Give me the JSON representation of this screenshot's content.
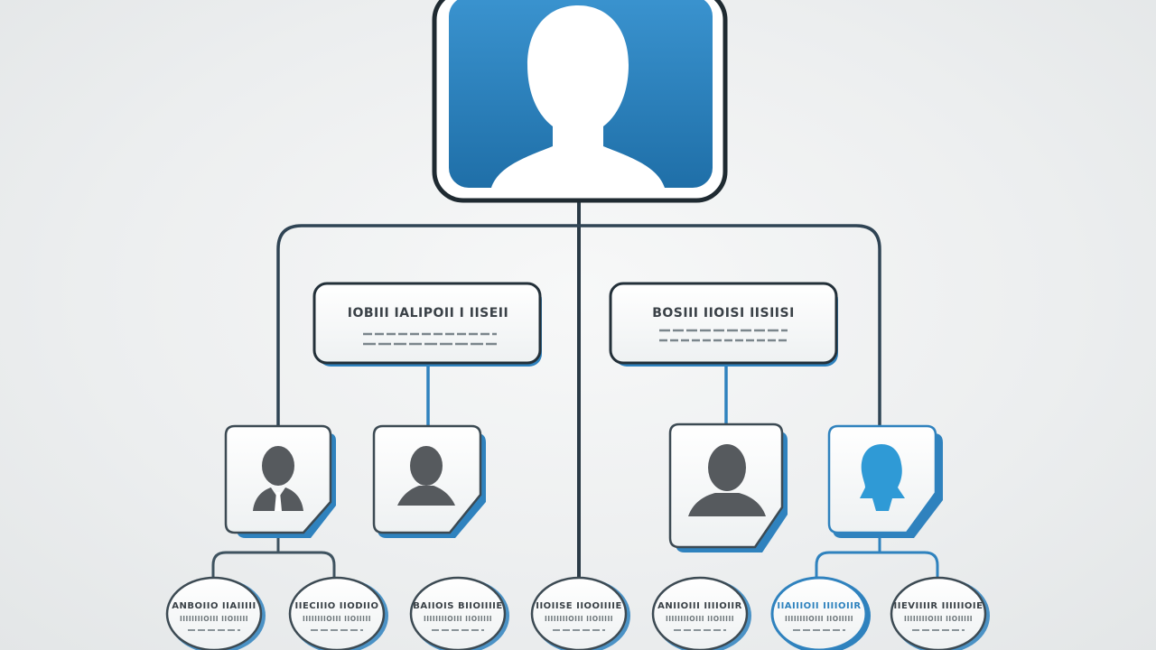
{
  "colors": {
    "accent": "#2f82be",
    "accent_dark": "#1f5f8e",
    "outline": "#233039",
    "line": "#3f5360",
    "grey_figure": "#565a5e",
    "text": "#3a4147"
  },
  "top_node": {
    "icon": "person-silhouette-icon"
  },
  "mid_nodes": [
    {
      "label": "IOBIII IALIPOII I IISEII"
    },
    {
      "label": "BOSIII IIOISI IISIISI"
    }
  ],
  "small_nodes": [
    {
      "icon": "businessman-icon"
    },
    {
      "icon": "person-icon"
    },
    {
      "icon": "person-icon"
    },
    {
      "icon": "person-profile-icon"
    }
  ],
  "leaf_nodes": [
    {
      "title": "ANBOIIO IIAIIIII",
      "highlight": false
    },
    {
      "title": "IIECIIIO IIODIIO",
      "highlight": false
    },
    {
      "title": "BAIIOIS BIIOIIIIE",
      "highlight": false
    },
    {
      "title": "IIOIISE IIOOIIIIE",
      "highlight": false
    },
    {
      "title": "ANIIOIII IIIIOIIR",
      "highlight": false
    },
    {
      "title": "IIAIIIOII IIIIOIIR",
      "highlight": true
    },
    {
      "title": "IIEVIIIIR IIIIIIOIE",
      "highlight": false
    }
  ],
  "leaf_subtitle": "IIIIIIIIOIII IIOIIIII"
}
